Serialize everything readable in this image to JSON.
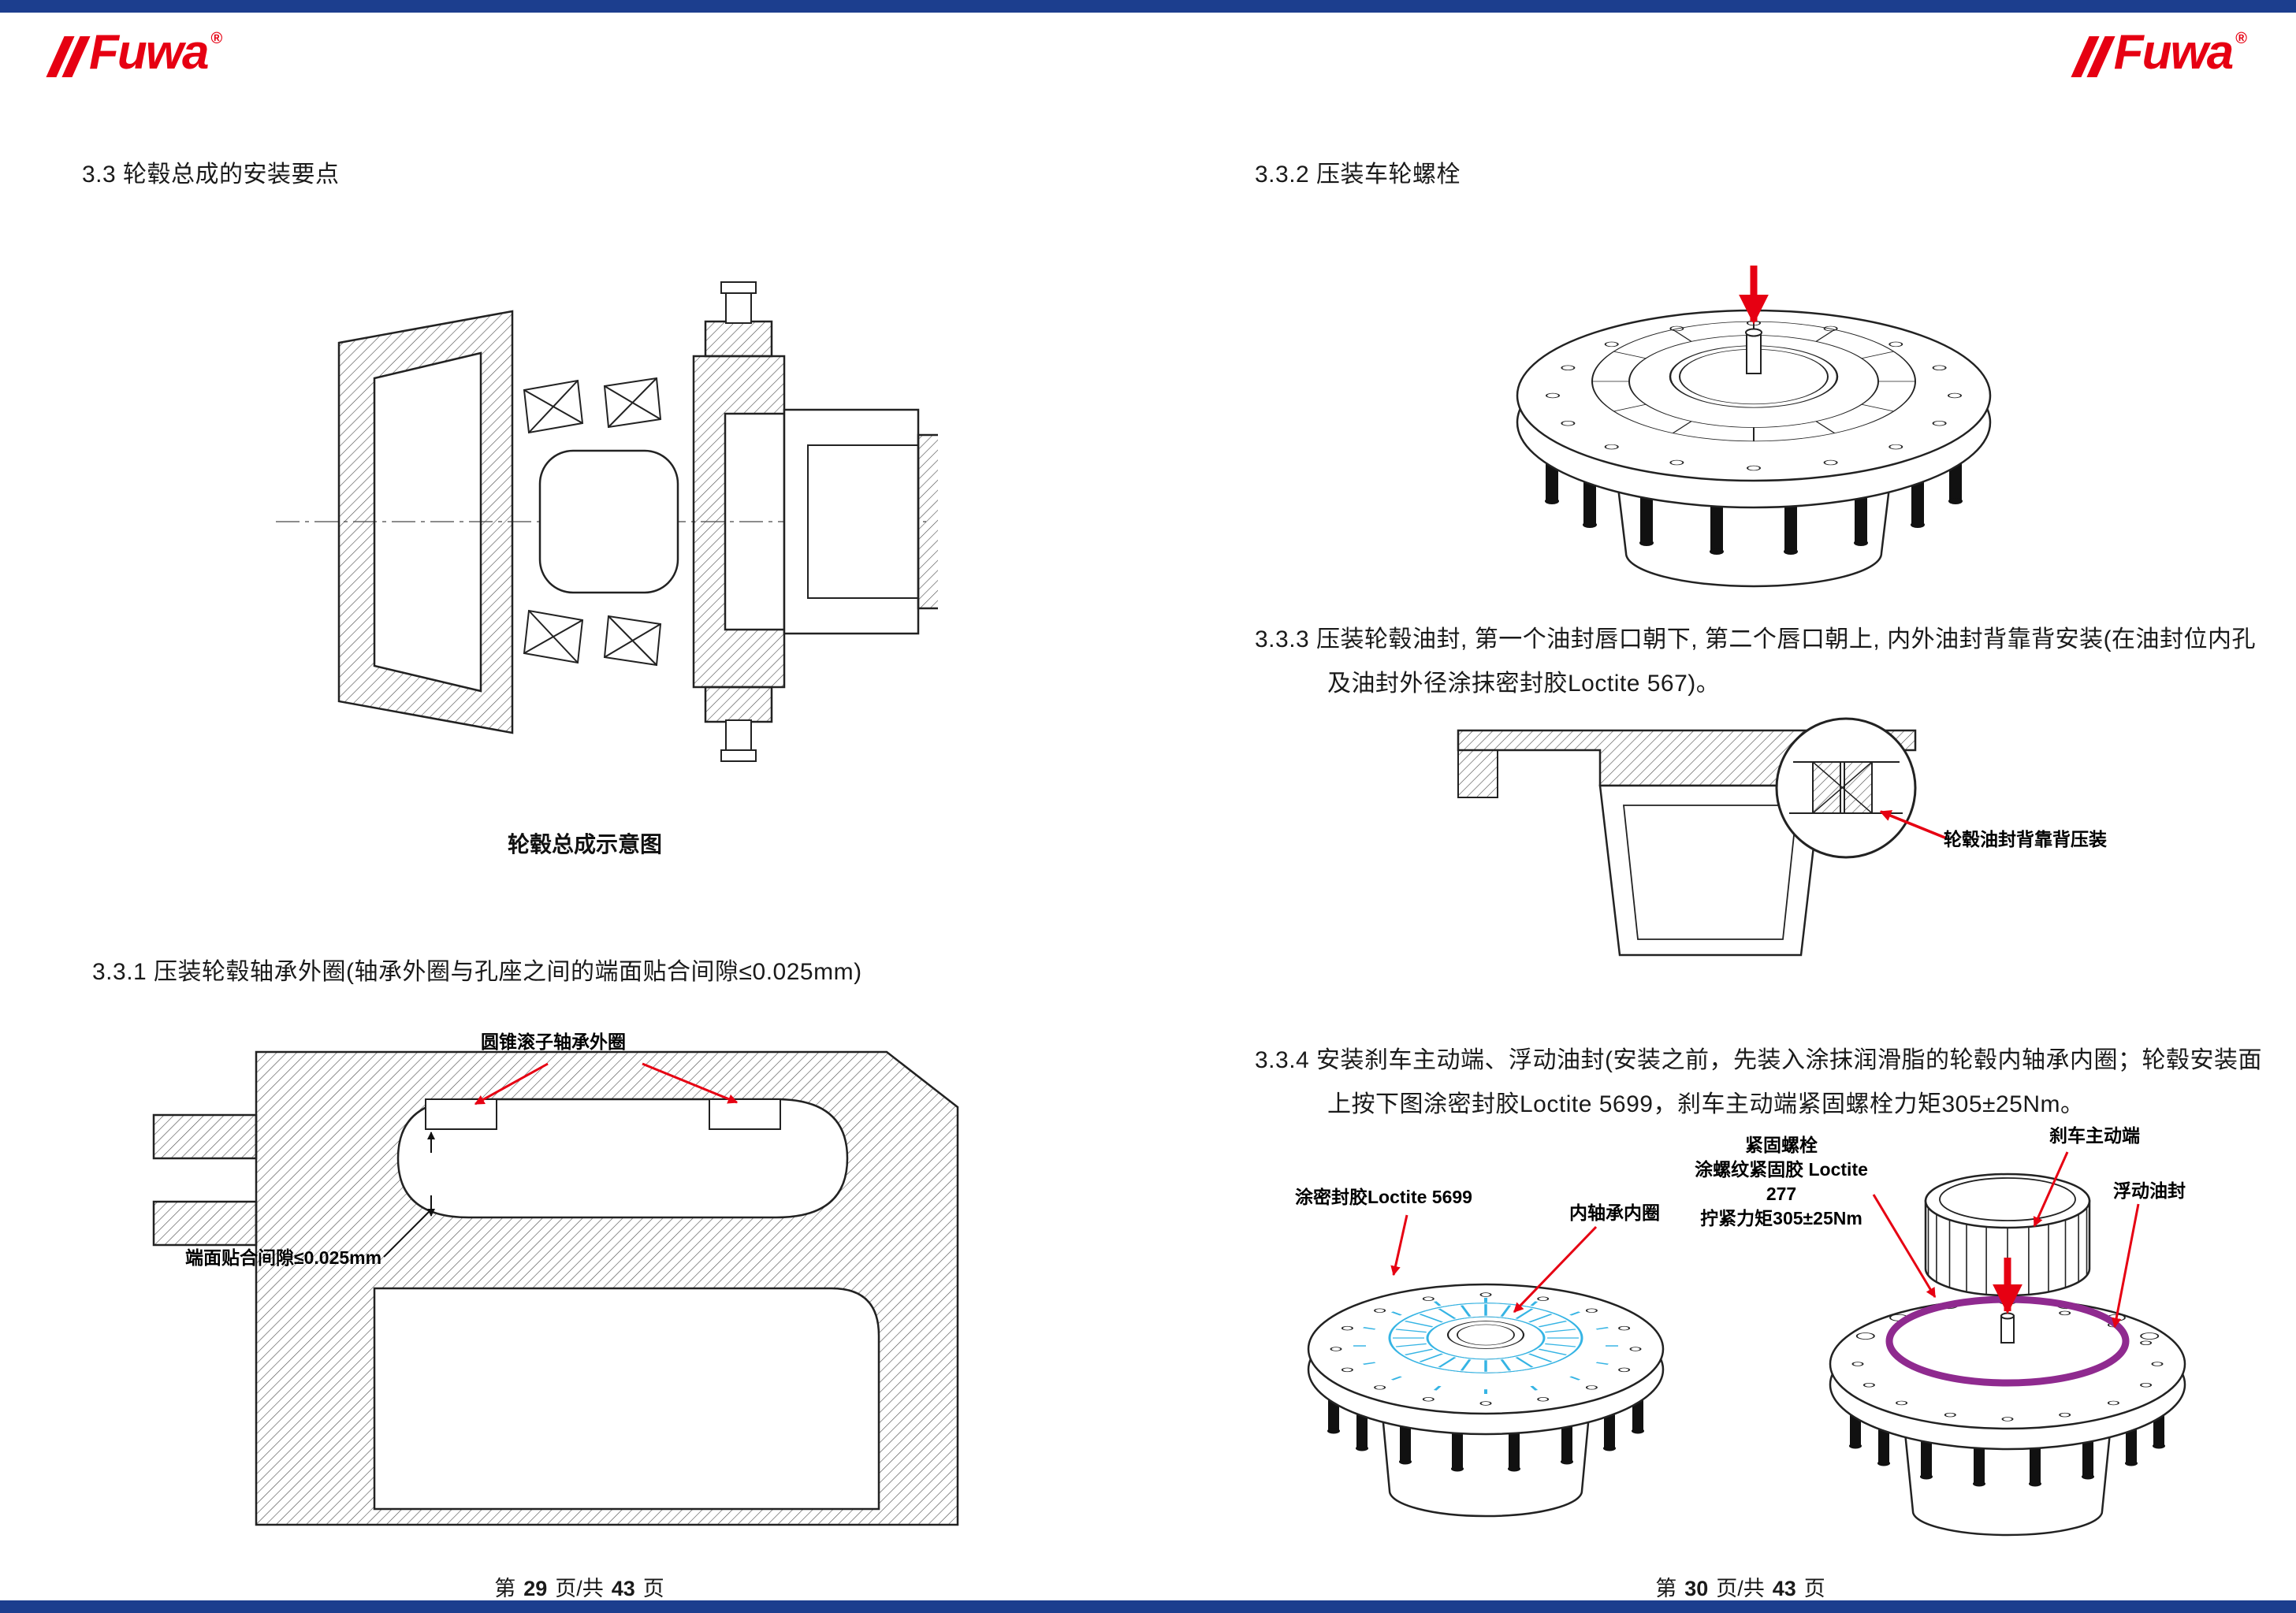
{
  "colors": {
    "bar_blue": "#1c3e8e",
    "logo_red": "#e60012",
    "arrow_red": "#e60012",
    "bearing_highlight_cyan": "#35b4e4",
    "floating_seal_purple": "#8f2a8f"
  },
  "brand": {
    "name": "Fuwa",
    "reg": "®"
  },
  "left_page": {
    "heading_33": "3.3 轮毂总成的安装要点",
    "fig_hub": {
      "caption": "轮毂总成示意图"
    },
    "heading_331": "3.3.1 压装轮毂轴承外圈(轴承外圈与孔座之间的端面贴合间隙≤0.025mm)",
    "fig_bearing": {
      "label_outer_ring": "圆锥滚子轴承外圈",
      "label_gap": "端面贴合间隙≤0.025mm"
    },
    "footer": {
      "p1": "第",
      "page": "29",
      "p2": "页/共",
      "total": "43",
      "p3": "页"
    }
  },
  "right_page": {
    "heading_332": "3.3.2 压装车轮螺栓",
    "para_333": {
      "line1": "3.3.3 压装轮毂油封, 第一个油封唇口朝下, 第二个唇口朝上, 内外油封背靠背安装(在油封位内孔",
      "line2": "及油封外径涂抹密封胶Loctite 567)。"
    },
    "fig_seal": {
      "label": "轮毂油封背靠背压装"
    },
    "para_334": {
      "line1": "3.3.4 安装刹车主动端、浮动油封(安装之前，先装入涂抹润滑脂的轮毂内轴承内圈；轮毂安装面",
      "line2": "上按下图涂密封胶Loctite 5699，刹车主动端紧固螺栓力矩305±25Nm。"
    },
    "fig_install_left": {
      "label_sealant": "涂密封胶Loctite 5699",
      "label_inner_race": "内轴承内圈"
    },
    "fig_install_right": {
      "label_bolt_line1": "紧固螺栓",
      "label_bolt_line2": "涂螺纹紧固胶 Loctite 277",
      "label_bolt_line3": "拧紧力矩305±25Nm",
      "label_drive_end": "刹车主动端",
      "label_float_seal": "浮动油封"
    },
    "footer": {
      "p1": "第",
      "page": "30",
      "p2": "页/共",
      "total": "43",
      "p3": "页"
    }
  }
}
